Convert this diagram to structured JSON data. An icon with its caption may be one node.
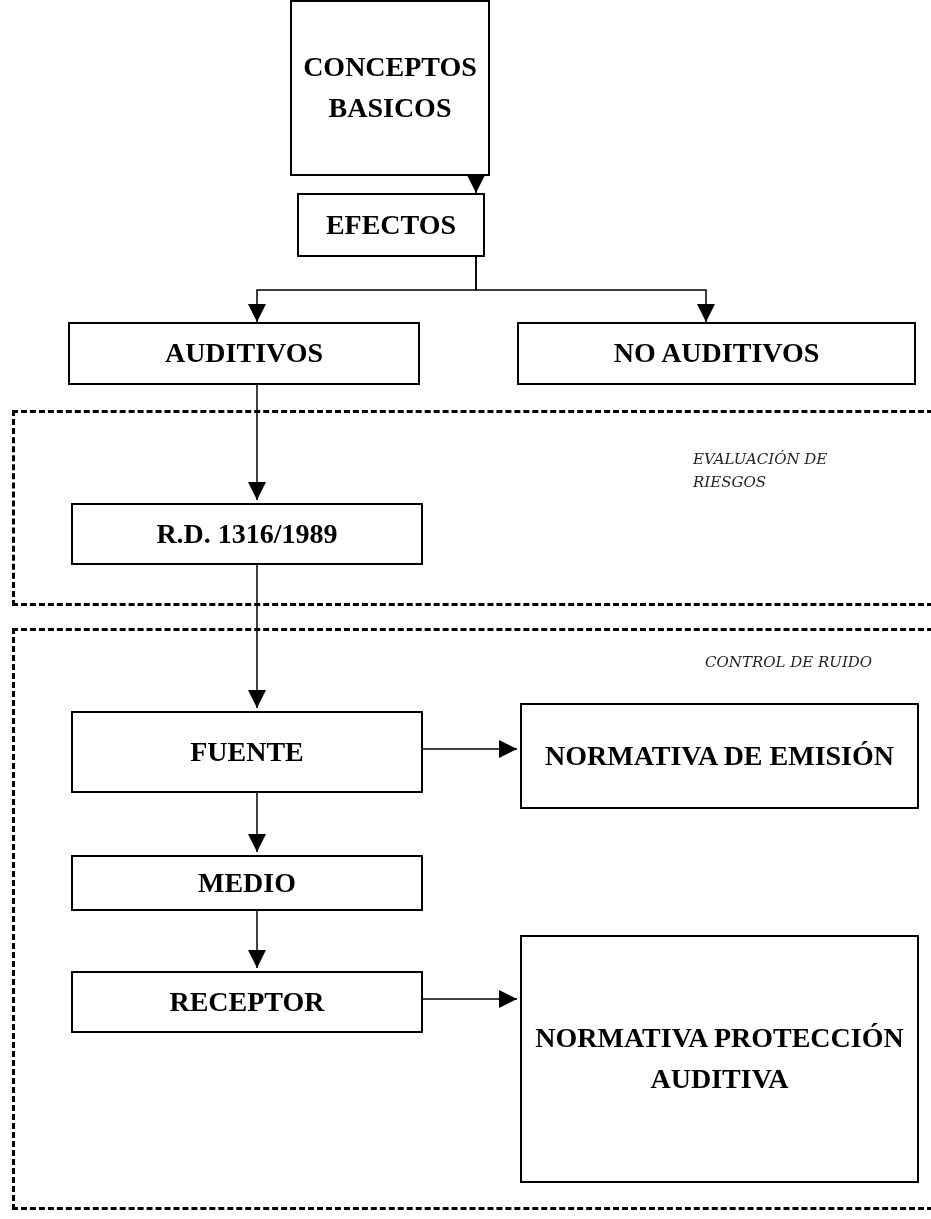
{
  "diagram": {
    "nodes": [
      {
        "text": [
          "CONCEPTOS BASICOS"
        ]
      },
      {
        "text": [
          "EFECTOS"
        ]
      },
      {
        "text": [
          "AUDITIVOS"
        ]
      },
      {
        "text": [
          "NO AUDITIVOS"
        ]
      },
      {
        "text": [
          "EVALUACIÓN DE RIESGOS"
        ]
      },
      {
        "text": [
          "R.D. 1316/1989"
        ],
        "in": 4
      },
      {
        "text": [
          "CONTROL DE RUIDO"
        ]
      },
      {
        "text": [
          "FUENTE"
        ],
        "in": 6
      },
      {
        "text": [
          "NORMATIVA DE EMISIÓN"
        ],
        "in": 6
      },
      {
        "text": [
          "MEDIO"
        ],
        "in": 6
      },
      {
        "text": [
          "RECEPTOR"
        ],
        "in": 6
      },
      {
        "text": [
          "NORMATIVA PROTECCIÓN AUDITIVA"
        ],
        "in": 6
      }
    ],
    "edges": [
      {
        "from": 0,
        "to": 1,
        "arrow": "to"
      },
      {
        "from": 1,
        "to": 2,
        "arrow": "to"
      },
      {
        "from": 1,
        "to": 3,
        "arrow": "to"
      },
      {
        "from": 2,
        "to": 5,
        "arrow": "to"
      },
      {
        "from": 5,
        "to": 7,
        "arrow": "to"
      },
      {
        "from": 7,
        "to": 8,
        "arrow": "to"
      },
      {
        "from": 7,
        "to": 9,
        "arrow": "to"
      },
      {
        "from": 9,
        "to": 10,
        "arrow": "to"
      },
      {
        "from": 10,
        "to": 11,
        "arrow": "to"
      }
    ]
  }
}
